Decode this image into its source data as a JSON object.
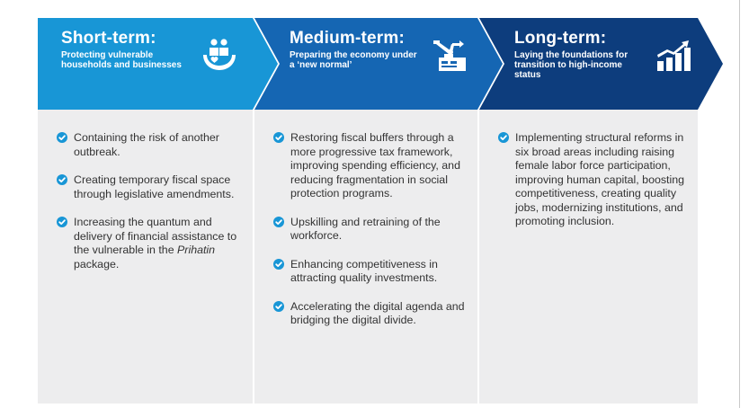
{
  "phases": [
    {
      "title": "Short-term:",
      "subtitle": "Protecting vulnerable households and businesses",
      "icon": "family-care-icon",
      "color": "#1896d6",
      "items": [
        {
          "text": "Containing the risk of another outbreak."
        },
        {
          "text": "Creating temporary fiscal space through legislative amendments."
        },
        {
          "text_before": "Increasing the quantum and delivery of financial assistance to the vulnerable in the ",
          "italic": "Prihatin",
          "text_after": " package."
        }
      ]
    },
    {
      "title": "Medium-term:",
      "subtitle": "Preparing the economy under a ‘new normal’",
      "icon": "factory-robot-icon",
      "color": "#1566b3",
      "items": [
        {
          "text": "Restoring fiscal buffers through a more progressive tax framework, improving spending efficiency, and reducing fragmentation in social protection programs."
        },
        {
          "text": "Upskilling and retraining of the workforce."
        },
        {
          "text": "Enhancing competitiveness in attracting quality investments."
        },
        {
          "text": "Accelerating the digital agenda and bridging the digital divide."
        }
      ]
    },
    {
      "title": "Long-term:",
      "subtitle": "Laying the foundations for transition to high-income status",
      "icon": "growth-chart-icon",
      "color": "#0d3d7d",
      "items": [
        {
          "text": "Implementing structural reforms in six broad areas including raising female labor force participation, improving human capital, boosting competitiveness, creating quality jobs, modernizing institutions, and promoting inclusion."
        }
      ]
    }
  ],
  "colors": {
    "check": "#1896d6",
    "panel": "#ededee",
    "text": "#333333"
  }
}
